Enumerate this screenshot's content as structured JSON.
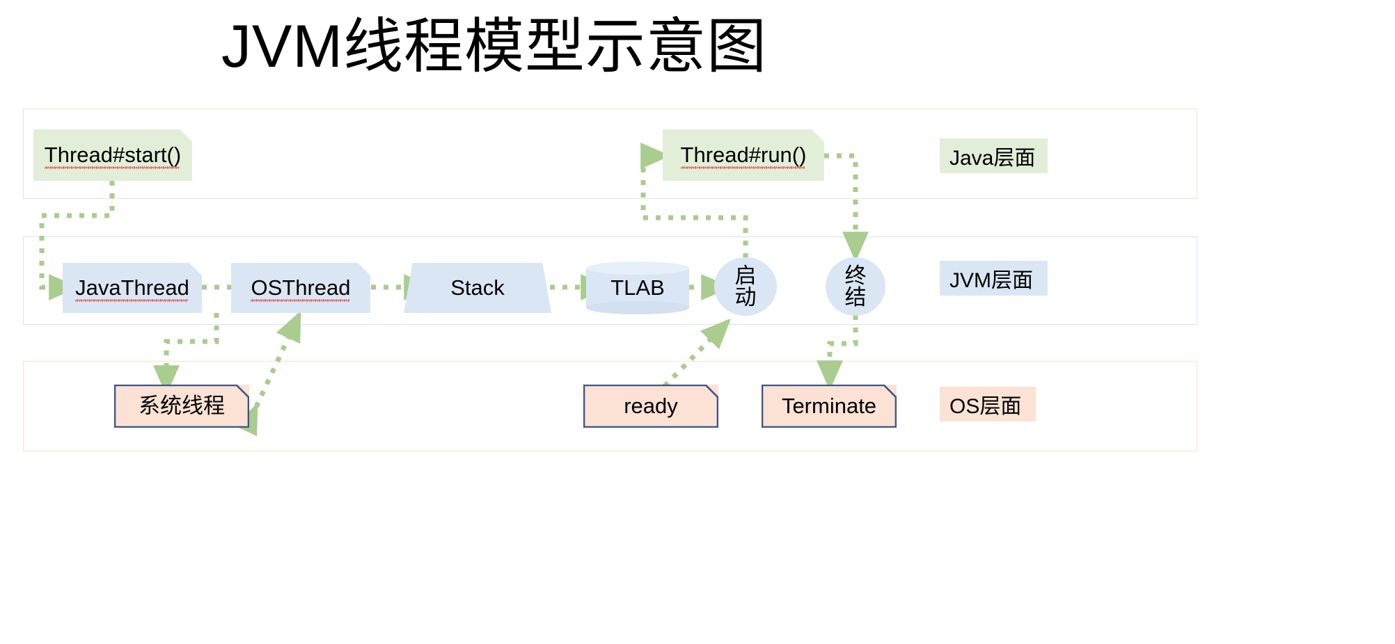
{
  "page": {
    "title": "JVM线程模型示意图",
    "background": "#ffffff"
  },
  "colors": {
    "green_fill": "#e2eed8",
    "green_border": "#dde8d3",
    "blue_fill": "#dae6f4",
    "blue_border": "#d6e3f2",
    "peach_fill": "#fbe2d4",
    "peach_border": "#fae0d1",
    "os_node_border": "#3c5488",
    "arrow": "#a9cc8f",
    "spellcheck_underline": "#e03131",
    "text": "#000000"
  },
  "legend": {
    "java": "Java层面",
    "jvm": "JVM层面",
    "os": "OS层面"
  },
  "layers": [
    {
      "id": "java",
      "legend_label": "Java层面",
      "fill": "#e2eed8"
    },
    {
      "id": "jvm",
      "legend_label": "JVM层面",
      "fill": "#dae6f4"
    },
    {
      "id": "os",
      "legend_label": "OS层面",
      "fill": "#fbe2d4"
    }
  ],
  "nodes": {
    "thread_start": {
      "label": "Thread#start()",
      "layer": "java",
      "shape": "note",
      "spellcheck": true
    },
    "thread_run": {
      "label": "Thread#run()",
      "layer": "java",
      "shape": "note",
      "spellcheck": true
    },
    "java_thread": {
      "label": "JavaThread",
      "layer": "jvm",
      "shape": "note",
      "spellcheck": true
    },
    "os_thread": {
      "label": "OSThread",
      "layer": "jvm",
      "shape": "note",
      "spellcheck": true
    },
    "stack": {
      "label": "Stack",
      "layer": "jvm",
      "shape": "trapezoid",
      "spellcheck": false
    },
    "tlab": {
      "label": "TLAB",
      "layer": "jvm",
      "shape": "cylinder",
      "spellcheck": false
    },
    "qidong": {
      "label_line1": "启",
      "label_line2": "动",
      "layer": "jvm",
      "shape": "ellipse",
      "spellcheck": false
    },
    "zhongjie": {
      "label_line1": "终",
      "label_line2": "结",
      "layer": "jvm",
      "shape": "ellipse",
      "spellcheck": false
    },
    "sys_thread": {
      "label": "系统线程",
      "layer": "os",
      "shape": "bordered-note",
      "spellcheck": false
    },
    "ready": {
      "label": "ready",
      "layer": "os",
      "shape": "bordered-note",
      "spellcheck": false
    },
    "terminate": {
      "label": "Terminate",
      "layer": "os",
      "shape": "bordered-note",
      "spellcheck": false
    }
  },
  "edges": [
    {
      "from": "thread_start",
      "to": "java_thread",
      "style": "dotted",
      "direction": "one-way",
      "routing": "orthogonal"
    },
    {
      "from": "java_thread",
      "to": "os_thread",
      "style": "dotted",
      "direction": "one-way",
      "routing": "straight"
    },
    {
      "from": "os_thread",
      "to": "stack",
      "style": "dotted",
      "direction": "one-way",
      "routing": "straight"
    },
    {
      "from": "stack",
      "to": "tlab",
      "style": "dotted",
      "direction": "one-way",
      "routing": "straight"
    },
    {
      "from": "tlab",
      "to": "qidong",
      "style": "dotted",
      "direction": "one-way",
      "routing": "straight"
    },
    {
      "from": "java_thread",
      "to": "sys_thread",
      "style": "dotted",
      "direction": "one-way",
      "routing": "orthogonal"
    },
    {
      "from": "sys_thread",
      "to": "os_thread",
      "style": "dotted",
      "direction": "two-way",
      "routing": "diagonal"
    },
    {
      "from": "ready",
      "to": "qidong",
      "style": "dotted",
      "direction": "two-way",
      "routing": "diagonal"
    },
    {
      "from": "qidong",
      "to": "thread_run",
      "style": "dotted",
      "direction": "one-way",
      "routing": "orthogonal"
    },
    {
      "from": "thread_run",
      "to": "zhongjie",
      "style": "dotted",
      "direction": "one-way",
      "routing": "orthogonal"
    },
    {
      "from": "zhongjie",
      "to": "terminate",
      "style": "dotted",
      "direction": "one-way",
      "routing": "orthogonal"
    }
  ]
}
